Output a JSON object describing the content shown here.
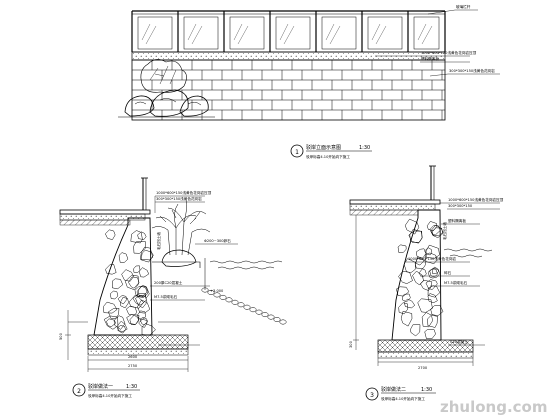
{
  "elevation": {
    "title": "驳岸立面示意图",
    "scale": "1:30",
    "note": "驳岸标高4.10开始向下施工",
    "num": "1",
    "callouts": [
      "玻璃栏杆",
      "1000*600*150浅黄色花岗岩压顶",
      "塑料隔离板",
      "300*300*150浅黄色花岗岩"
    ]
  },
  "section1": {
    "title": "驳岸做法一",
    "scale": "1:30",
    "note": "驳岸标高4.10开始向下施工",
    "num": "2",
    "dims": [
      "500",
      "2600",
      "2750"
    ],
    "callouts": [
      "1000*600*150浅黄色花岗岩压顶",
      "300*300*150浅黄色花岗岩",
      "Φ200~300卵石",
      "200厚C20混凝土",
      "M7.5浆砌毛石",
      "+3.000"
    ],
    "vertical": "毛石挡土墙"
  },
  "section2": {
    "title": "驳岸做法二",
    "scale": "1:30",
    "note": "驳岸标高4.10开始向下施工",
    "num": "3",
    "dims": [
      "300",
      "2700"
    ],
    "callouts": [
      "1000*600*150浅黄色花岗岩压顶",
      "300*300*150",
      "塑料隔离板",
      "1000*600*150浅黄色花岗岩",
      "碎石",
      "M7.5浆砌毛石",
      "C20混凝土"
    ],
    "vertical": "毛石挡土墙"
  },
  "watermark": "zhulong.com"
}
